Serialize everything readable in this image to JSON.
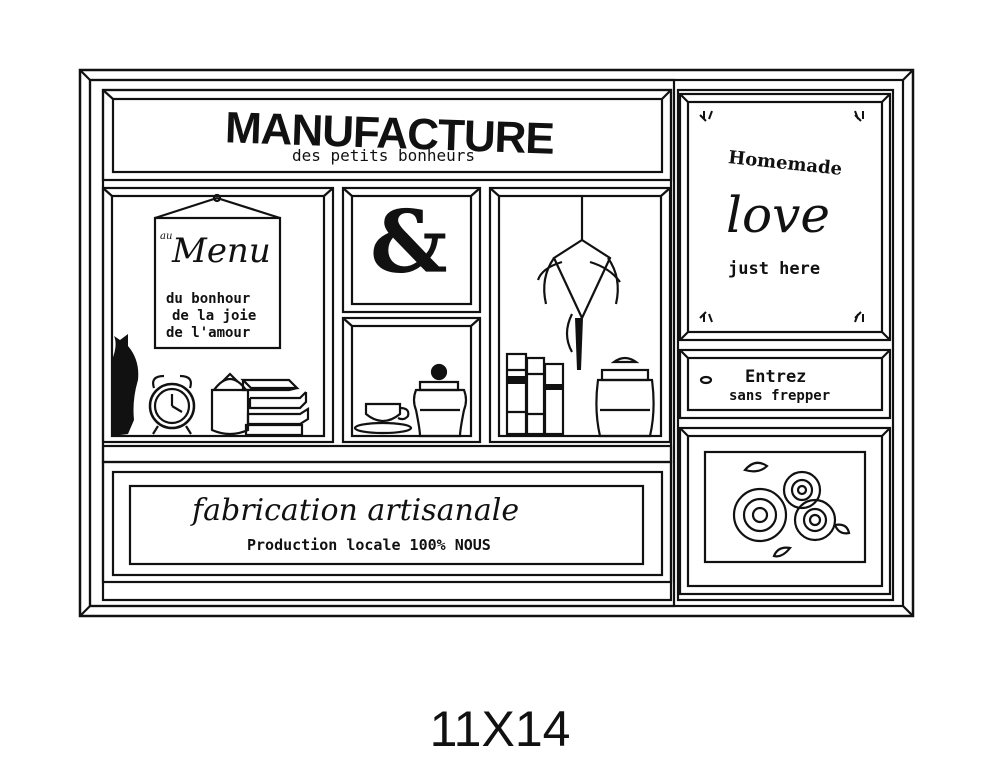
{
  "sign": {
    "title": "MANUFACTURE",
    "subtitle": "des petits bonheurs",
    "menu": {
      "small": "au",
      "big": "Menu",
      "line1": "du bonhour",
      "line2": "de la joie",
      "line3": "de l'amour"
    },
    "ampersand": "&",
    "homemade": "Homemade",
    "love": "love",
    "just_here": "just here",
    "entrez": "Entrez",
    "sans_frepper": "sans frepper",
    "fabrication": "fabrication artisanale",
    "production": "Production locale 100% NOUS"
  },
  "size_label": "11X14",
  "colors": {
    "ink": "#111111",
    "background": "#ffffff"
  }
}
